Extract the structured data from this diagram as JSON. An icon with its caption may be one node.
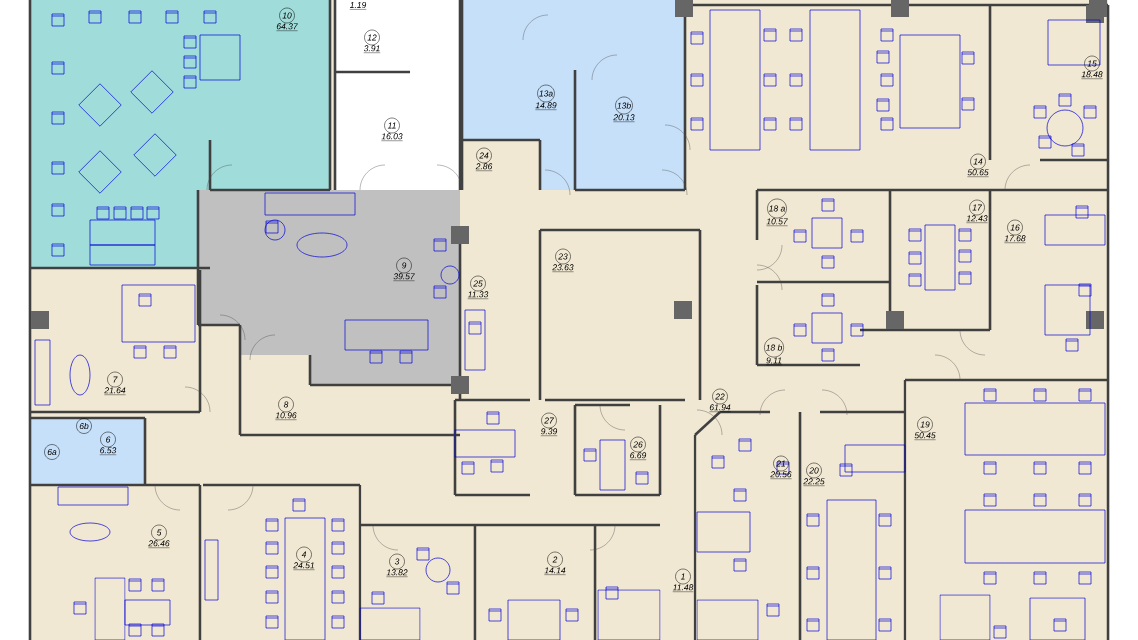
{
  "diagram": {
    "nodes": [
      {
        "text": [
          "10",
          "64.37"
        ]
      },
      {
        "text": [
          "1.19"
        ]
      },
      {
        "text": [
          "12",
          "3.91"
        ]
      },
      {
        "text": [
          "11",
          "16.03"
        ]
      },
      {
        "text": [
          "13a",
          "14.89"
        ]
      },
      {
        "text": [
          "13b",
          "20.13"
        ]
      },
      {
        "text": [
          "24",
          "2.86"
        ]
      },
      {
        "text": [
          "14",
          "50.65"
        ]
      },
      {
        "text": [
          "15",
          "18.48"
        ]
      },
      {
        "text": [
          "18 a",
          "10.57"
        ]
      },
      {
        "text": [
          "17",
          "12.43"
        ]
      },
      {
        "text": [
          "16",
          "17.68"
        ]
      },
      {
        "text": [
          "23",
          "23.63"
        ]
      },
      {
        "text": [
          "9",
          "39.57"
        ]
      },
      {
        "text": [
          "25",
          "11.33"
        ]
      },
      {
        "text": [
          "18 b",
          "9.11"
        ]
      },
      {
        "text": [
          "7",
          "21.64"
        ]
      },
      {
        "text": [
          "8",
          "10.96"
        ]
      },
      {
        "text": [
          "22",
          "61.94"
        ]
      },
      {
        "text": [
          "27",
          "9.39"
        ]
      },
      {
        "text": [
          "19",
          "50.45"
        ]
      },
      {
        "text": [
          "6b"
        ]
      },
      {
        "text": [
          "6",
          "6.53"
        ]
      },
      {
        "text": [
          "6a"
        ]
      },
      {
        "text": [
          "26",
          "6.69"
        ]
      },
      {
        "text": [
          "21",
          "20.56"
        ]
      },
      {
        "text": [
          "20",
          "22.25"
        ]
      },
      {
        "text": [
          "5",
          "26.46"
        ]
      },
      {
        "text": [
          "4",
          "24.51"
        ]
      },
      {
        "text": [
          "3",
          "13.82"
        ]
      },
      {
        "text": [
          "2",
          "14.14"
        ]
      },
      {
        "text": [
          "1",
          "11.48"
        ]
      }
    ]
  }
}
